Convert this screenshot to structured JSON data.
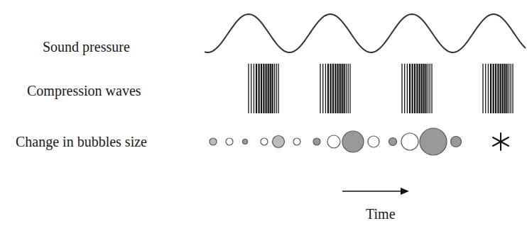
{
  "diagram": {
    "labels": [
      "Sound pressure",
      "Compression waves",
      "Change in bubbles size",
      "Time"
    ]
  }
}
